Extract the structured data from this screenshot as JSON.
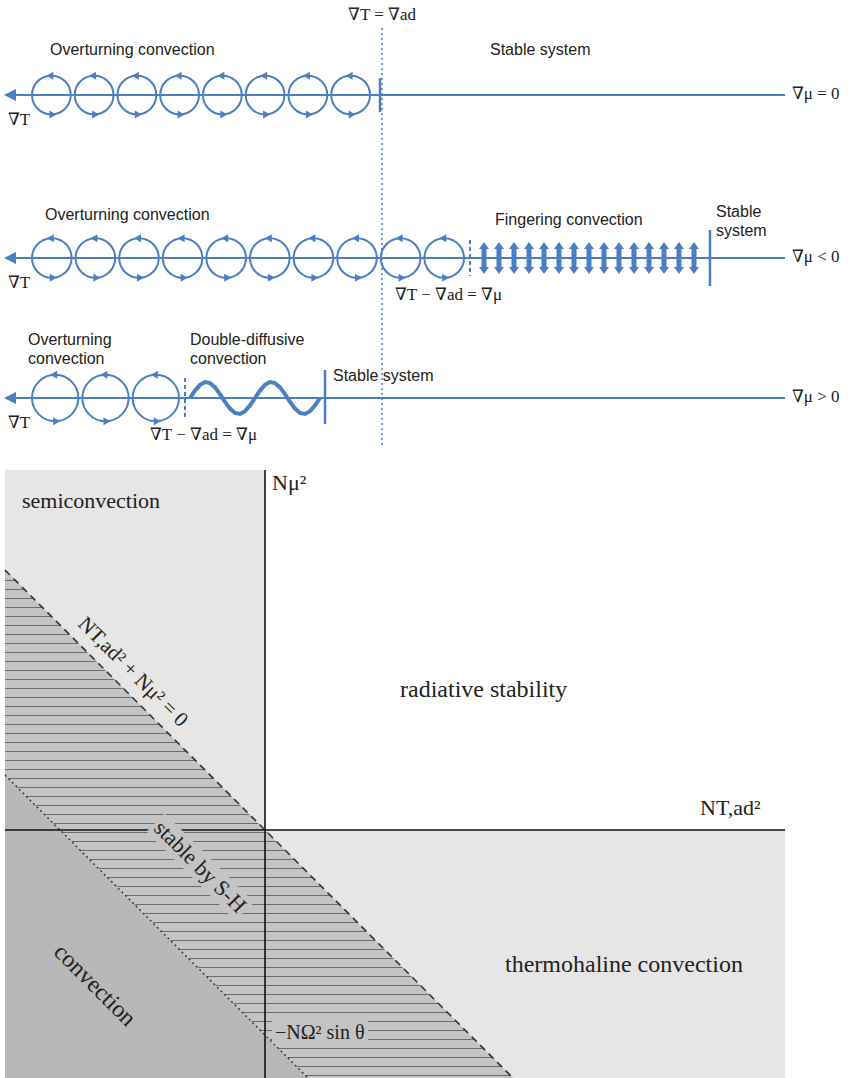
{
  "diagram": {
    "labels": [
      "∇T = ∇ad",
      "Overturning convection",
      "Stable system",
      "∇μ = 0",
      "∇T",
      "Overturning convection",
      "Fingering convection",
      "Stable system",
      "∇μ < 0",
      "∇T",
      "∇T − ∇ad = ∇μ",
      "Overturning convection",
      "Double-diffusive convection",
      "Stable system",
      "∇μ > 0",
      "∇T",
      "∇T − ∇ad = ∇μ",
      "Nμ²",
      "semiconvection",
      "radiative stability",
      "NT,ad²",
      "NT,ad² + Nμ² = 0",
      "stable by S-H",
      "convection",
      "−NΩ² sin θ",
      "thermohaline convection"
    ]
  }
}
